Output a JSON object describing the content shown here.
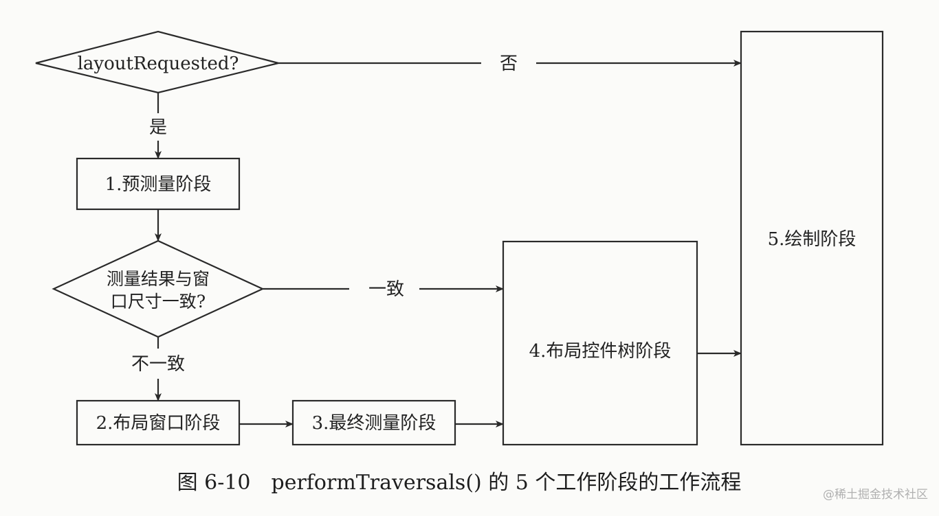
{
  "flowchart": {
    "decision_layout": "layoutRequested?",
    "edge_no": "否",
    "edge_yes": "是",
    "step_premeasure": "1.预测量阶段",
    "decision_measure_line1": "测量结果与窗",
    "decision_measure_line2": "口尺寸一致?",
    "edge_match": "一致",
    "edge_mismatch": "不一致",
    "step_layout_window": "2.布局窗口阶段",
    "step_final_measure": "3.最终测量阶段",
    "step_layout_tree": "4.布局控件树阶段",
    "step_draw": "5.绘制阶段"
  },
  "caption": "图 6-10　performTraversals() 的 5 个工作阶段的工作流程",
  "watermark": "@稀土掘金技术社区"
}
